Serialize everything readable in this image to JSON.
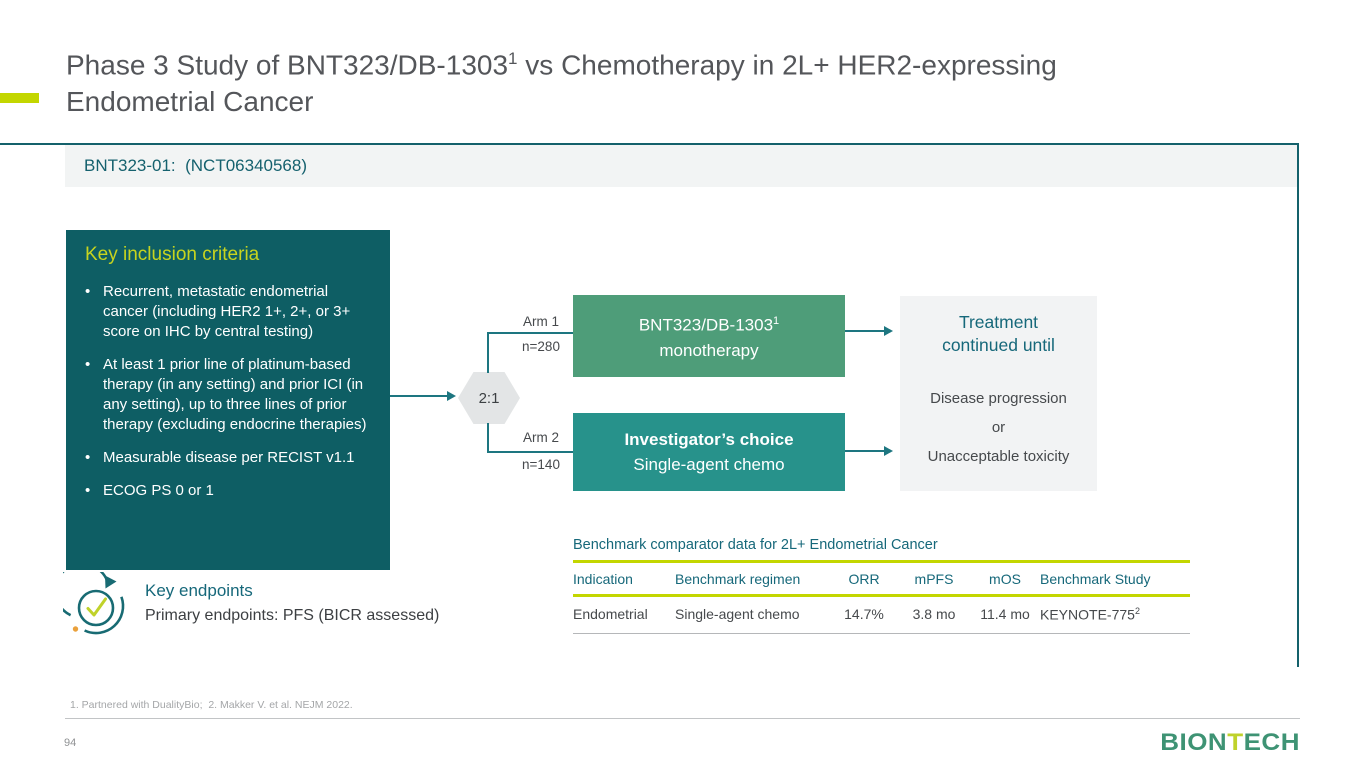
{
  "colors": {
    "lime": "#c3d600",
    "teal_dark_box": "#0e5e64",
    "teal_rule": "#14616b",
    "arm1_green": "#4e9d79",
    "arm2_teal": "#27928b",
    "teal_text": "#16687a",
    "title_gray": "#54565a"
  },
  "title": {
    "part1": "Phase 3 Study of BNT323/DB-1303",
    "sup": "1",
    "part2": " vs Chemotherapy in 2L+ HER2-expressing",
    "line2": "Endometrial Cancer"
  },
  "study_bar": {
    "label": "BNT323-01:  (NCT06340568)"
  },
  "criteria": {
    "header": "Key inclusion criteria",
    "bullets": [
      "Recurrent, metastatic endometrial cancer (including HER2 1+, 2+, or 3+ score on IHC by central testing)",
      "At least 1 prior line of platinum-based therapy (in any setting) and prior ICI (in any setting), up to three lines of prior therapy (excluding endocrine therapies)",
      "Measurable disease per RECIST v1.1",
      "ECOG PS 0 or 1"
    ]
  },
  "diagram": {
    "ratio": "2:1",
    "arm1": {
      "label": "Arm 1",
      "n": "n=280",
      "line1": "BNT323/DB-1303",
      "sup": "1",
      "line2": "monotherapy"
    },
    "arm2": {
      "label": "Arm 2",
      "n": "n=140",
      "line1": "Investigator’s choice",
      "line2": "Single-agent chemo"
    },
    "outcome": {
      "title1": "Treatment",
      "title2": "continued until",
      "items": [
        "Disease progression",
        "or",
        "Unacceptable toxicity"
      ]
    }
  },
  "endpoints": {
    "title": "Key endpoints",
    "body": "Primary endpoints: PFS (BICR assessed)"
  },
  "benchmark": {
    "title": "Benchmark comparator data for 2L+ Endometrial Cancer",
    "headers": [
      "Indication",
      "Benchmark regimen",
      "ORR",
      "mPFS",
      "mOS",
      "Benchmark Study"
    ],
    "row": {
      "indication": "Endometrial",
      "regimen": "Single-agent chemo",
      "orr": "14.7%",
      "mpfs": "3.8 mo",
      "mos": "11.4 mo",
      "study": "KEYNOTE-775",
      "study_sup": "2"
    }
  },
  "footer": {
    "footnote": "1. Partnered with DualityBio;  2. Makker V. et al. NEJM 2022.",
    "page": "94",
    "logo_pre": "BION",
    "logo_t": "T",
    "logo_post": "ECH"
  }
}
